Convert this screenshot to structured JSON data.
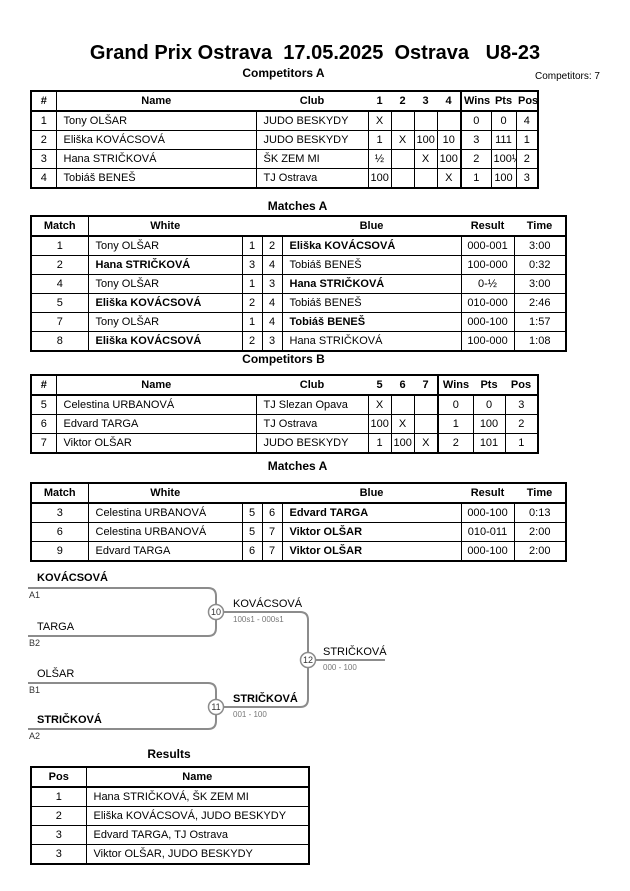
{
  "header": {
    "title": "Grand Prix Ostrava  17.05.2025  Ostrava   U8-23",
    "competitors_count": "Competitors: 7"
  },
  "competitors_a": {
    "heading": "Competitors A",
    "columns": [
      "#",
      "Name",
      "Club",
      "1",
      "2",
      "3",
      "4",
      "Wins",
      "Pts",
      "Pos"
    ],
    "rows": [
      {
        "n": "1",
        "name": "Tony OLŠAR",
        "club": "JUDO BESKYDY",
        "c": [
          "X",
          "",
          "",
          ""
        ],
        "wins": "0",
        "pts": "0",
        "pos": "4"
      },
      {
        "n": "2",
        "name": "Eliška KOVÁCSOVÁ",
        "club": "JUDO BESKYDY",
        "c": [
          "1",
          "X",
          "100",
          "10"
        ],
        "wins": "3",
        "pts": "111",
        "pos": "1"
      },
      {
        "n": "3",
        "name": "Hana STRIČKOVÁ",
        "club": "ŠK ZEM MI",
        "c": [
          "½",
          "",
          "X",
          "100"
        ],
        "wins": "2",
        "pts": "100½",
        "pos": "2"
      },
      {
        "n": "4",
        "name": "Tobiáš BENEŠ",
        "club": "TJ Ostrava",
        "c": [
          "100",
          "",
          "",
          "X"
        ],
        "wins": "1",
        "pts": "100",
        "pos": "3"
      }
    ]
  },
  "matches_a": {
    "heading": "Matches A",
    "columns": [
      "Match",
      "White",
      "Blue",
      "Result",
      "Time"
    ],
    "rows": [
      {
        "m": "1",
        "white": "Tony OLŠAR",
        "wn": "1",
        "bn": "2",
        "blue": "Eliška KOVÁCSOVÁ",
        "result": "000-001",
        "time": "3:00",
        "winner": "blue"
      },
      {
        "m": "2",
        "white": "Hana STRIČKOVÁ",
        "wn": "3",
        "bn": "4",
        "blue": "Tobiáš BENEŠ",
        "result": "100-000",
        "time": "0:32",
        "winner": "white"
      },
      {
        "m": "4",
        "white": "Tony OLŠAR",
        "wn": "1",
        "bn": "3",
        "blue": "Hana STRIČKOVÁ",
        "result": "0-½",
        "time": "3:00",
        "winner": "blue"
      },
      {
        "m": "5",
        "white": "Eliška KOVÁCSOVÁ",
        "wn": "2",
        "bn": "4",
        "blue": "Tobiáš BENEŠ",
        "result": "010-000",
        "time": "2:46",
        "winner": "white"
      },
      {
        "m": "7",
        "white": "Tony OLŠAR",
        "wn": "1",
        "bn": "4",
        "blue": "Tobiáš BENEŠ",
        "result": "000-100",
        "time": "1:57",
        "winner": "blue"
      },
      {
        "m": "8",
        "white": "Eliška KOVÁCSOVÁ",
        "wn": "2",
        "bn": "3",
        "blue": "Hana STRIČKOVÁ",
        "result": "100-000",
        "time": "1:08",
        "winner": "white"
      }
    ]
  },
  "competitors_b": {
    "heading": "Competitors B",
    "columns": [
      "#",
      "Name",
      "Club",
      "5",
      "6",
      "7",
      "Wins",
      "Pts",
      "Pos"
    ],
    "rows": [
      {
        "n": "5",
        "name": "Celestina URBANOVÁ",
        "club": "TJ Slezan Opava",
        "c": [
          "X",
          "",
          ""
        ],
        "wins": "0",
        "pts": "0",
        "pos": "3"
      },
      {
        "n": "6",
        "name": "Edvard TARGA",
        "club": "TJ Ostrava",
        "c": [
          "100",
          "X",
          ""
        ],
        "wins": "1",
        "pts": "100",
        "pos": "2"
      },
      {
        "n": "7",
        "name": "Viktor OLŠAR",
        "club": "JUDO BESKYDY",
        "c": [
          "1",
          "100",
          "X"
        ],
        "wins": "2",
        "pts": "101",
        "pos": "1"
      }
    ]
  },
  "matches_b": {
    "heading": "Matches A",
    "columns": [
      "Match",
      "White",
      "Blue",
      "Result",
      "Time"
    ],
    "rows": [
      {
        "m": "3",
        "white": "Celestina URBANOVÁ",
        "wn": "5",
        "bn": "6",
        "blue": "Edvard TARGA",
        "result": "000-100",
        "time": "0:13",
        "winner": "blue"
      },
      {
        "m": "6",
        "white": "Celestina URBANOVÁ",
        "wn": "5",
        "bn": "7",
        "blue": "Viktor OLŠAR",
        "result": "010-011",
        "time": "2:00",
        "winner": "blue"
      },
      {
        "m": "9",
        "white": "Edvard TARGA",
        "wn": "6",
        "bn": "7",
        "blue": "Viktor OLŠAR",
        "result": "000-100",
        "time": "2:00",
        "winner": "blue"
      }
    ]
  },
  "bracket": {
    "entries": [
      {
        "name": "KOVÁCSOVÁ",
        "seed": "A1"
      },
      {
        "name": "TARGA",
        "seed": "B2"
      },
      {
        "name": "OLŠAR",
        "seed": "B1"
      },
      {
        "name": "STRIČKOVÁ",
        "seed": "A2"
      }
    ],
    "matches": [
      {
        "num": "10",
        "winner": "KOVÁCSOVÁ",
        "score": "100s1 - 000s1"
      },
      {
        "num": "11",
        "winner": "STRIČKOVÁ",
        "score": "001 - 100"
      },
      {
        "num": "12",
        "winner": "STRIČKOVÁ",
        "score": "000 - 100"
      }
    ]
  },
  "results": {
    "heading": "Results",
    "columns": [
      "Pos",
      "Name"
    ],
    "rows": [
      {
        "pos": "1",
        "name": "Hana STRIČKOVÁ, ŠK ZEM MI"
      },
      {
        "pos": "2",
        "name": "Eliška KOVÁCSOVÁ, JUDO BESKYDY"
      },
      {
        "pos": "3",
        "name": "Edvard TARGA, TJ Ostrava"
      },
      {
        "pos": "3",
        "name": "Viktor OLŠAR, JUDO BESKYDY"
      }
    ]
  }
}
